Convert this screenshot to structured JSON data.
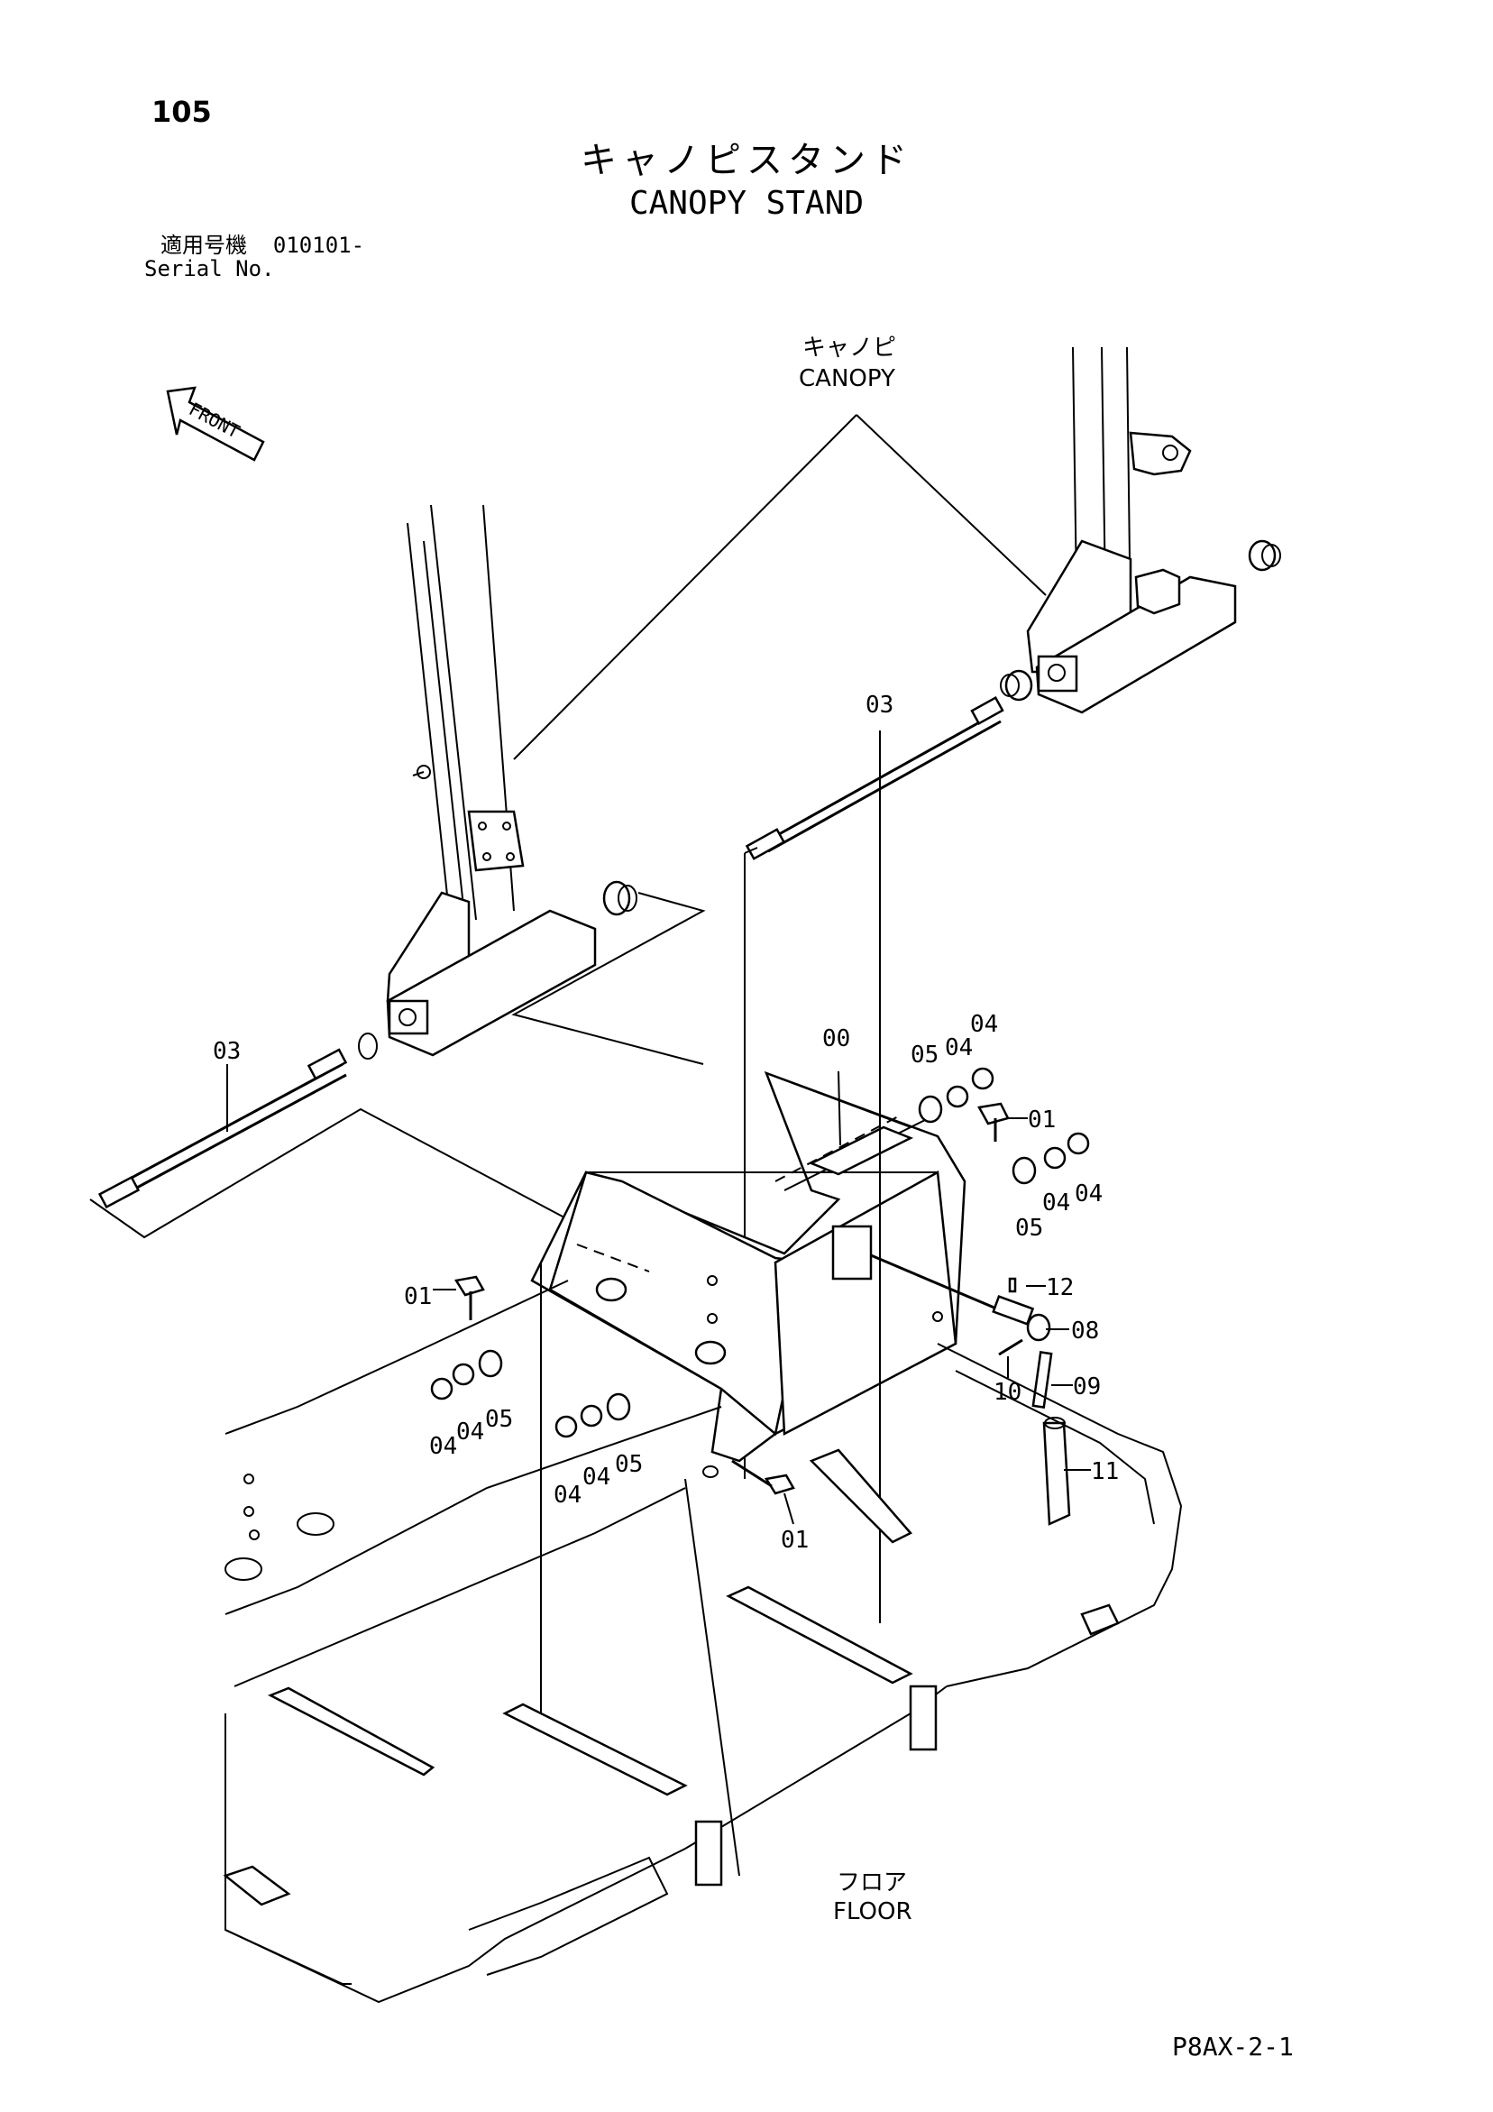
{
  "page_number": "105",
  "title_jp": "キャノピスタンド",
  "title_en": "CANOPY STAND",
  "serial": {
    "label_jp": "適用号機",
    "value": "010101-",
    "label_en": "Serial No."
  },
  "drawing_code": "P8AX-2-1",
  "front_marker": "FRONT",
  "callouts": {
    "canopy_jp": "キャノピ",
    "canopy_en": "CANOPY",
    "floor_jp": "フロア",
    "floor_en": "FLOOR"
  },
  "part_labels": {
    "p00": "00",
    "p01a": "01",
    "p01b": "01",
    "p01c": "01",
    "p03a": "03",
    "p03b": "03",
    "p04a": "04",
    "p04b": "04",
    "p04c": "04",
    "p04d": "04",
    "p04e": "04",
    "p04f": "04",
    "p04g": "04",
    "p04h": "04",
    "p05a": "05",
    "p05b": "05",
    "p05c": "05",
    "p05d": "05",
    "p08": "08",
    "p09": "09",
    "p10": "10",
    "p11": "11",
    "p12": "12"
  }
}
